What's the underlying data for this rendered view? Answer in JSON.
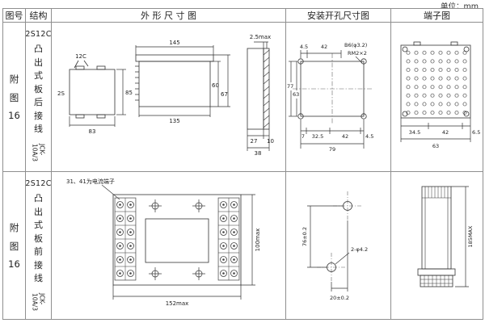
{
  "page": {
    "unit": "单位：mm"
  },
  "headers": {
    "fig_no": "图号",
    "structure": "结构",
    "outline": "外 形 尺 寸 图",
    "install": "安装开孔尺寸图",
    "terminal": "端子图"
  },
  "row1": {
    "fig": {
      "c1": "附",
      "c2": "图",
      "c3": "16"
    },
    "model": "2S12C",
    "structure_text": "凸出式板后接线",
    "type_code": "JCK-10A/3",
    "outline": {
      "label_12c": "12C",
      "label_2s": "2S",
      "top_w": "83",
      "top_h": "85",
      "side_top_w": "145",
      "side_bottom_w": "135",
      "side_h_inner": "60",
      "side_h_outer": "67",
      "profile_gap": "2.5max",
      "profile_d1": "27",
      "profile_d2": "10",
      "profile_total": "38"
    },
    "install": {
      "top_d1": "4.5",
      "top_d2": "42",
      "hole_label": "B6(φ3.2)",
      "thread_label": "RM2×2",
      "left_outer": "77",
      "left_inner": "63",
      "bottom_d1": "7",
      "bottom_d2": "32.5",
      "bottom_d3": "42",
      "bottom_d4": "4.5",
      "bottom_total": "79"
    },
    "terminal": {
      "bottom_d1": "34.5",
      "bottom_d2": "42",
      "bottom_d3": "6.5",
      "bottom_total": "63"
    }
  },
  "row2": {
    "fig": {
      "c1": "附",
      "c2": "图",
      "c3": "16"
    },
    "model": "2S12C",
    "structure_text": "凸出式板前接线",
    "type_code": "JCK-10A/3",
    "outline": {
      "note": "31、41为电流端子",
      "width": "152max",
      "height": "100max"
    },
    "install": {
      "v_dim": "76±0.2",
      "hole_label": "2-φ4.2",
      "h_dim": "20±0.2"
    },
    "terminal": {
      "height": "185MAX"
    }
  }
}
